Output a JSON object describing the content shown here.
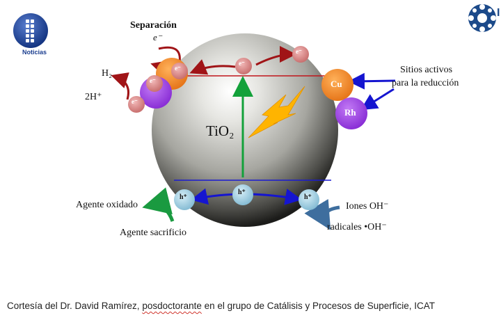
{
  "header": {
    "left_logo_text": "Noticias",
    "right_logo_glyph": "I"
  },
  "labels": {
    "separacion": "Separación",
    "e_minus": "e⁻",
    "h2": "H₂",
    "two_h_plus": "2H⁺",
    "tio2": "TiO₂",
    "sitios_line1": "Sitios activos",
    "sitios_line2": "para la reducción",
    "cu": "Cu",
    "rh": "Rh",
    "agente_oxidado": "Agente oxidado",
    "agente_sacrificio": "Agente sacrificio",
    "iones": "Iones OH⁻",
    "radicales": "radicales •OH⁻"
  },
  "particles": {
    "electron": "e⁻",
    "hole": "h⁺"
  },
  "caption": {
    "before": "Cortesía del Dr. David Ramírez, ",
    "underlined": "posdoctorante",
    "after": " en el grupo de Catálisis y Procesos de Superficie, ICAT"
  },
  "colors": {
    "sphere": "#9a9a96",
    "conduction_band": "#c0151b",
    "valence_band": "#1a1ad0",
    "electron": "#d98a8a",
    "hole": "#a8d4e6",
    "cu": "#f08a24",
    "rh": "#9b3be0",
    "excitation_arrow": "#13a13a",
    "lightning": "#ffb400",
    "dark_red_arrow": "#a01417",
    "blue_arrow": "#1515d0",
    "green_arrow": "#1a9a40",
    "steel_arrow": "#3e6e9e"
  }
}
